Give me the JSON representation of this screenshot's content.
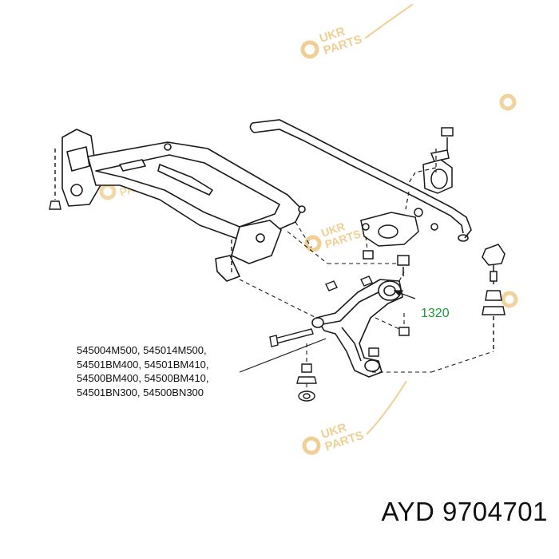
{
  "diagram": {
    "callout_number": "1320",
    "part_numbers": [
      "545004M500, 545014M500,",
      "54501BM400, 54501BM410,",
      "54500BM400, 54500BM410,",
      "54501BN300, 54500BN300"
    ]
  },
  "footer": {
    "code": "AYD 9704701"
  },
  "watermark": {
    "text_top": "UKR",
    "text_bottom": "PARTS",
    "color": "#f2c06a"
  }
}
